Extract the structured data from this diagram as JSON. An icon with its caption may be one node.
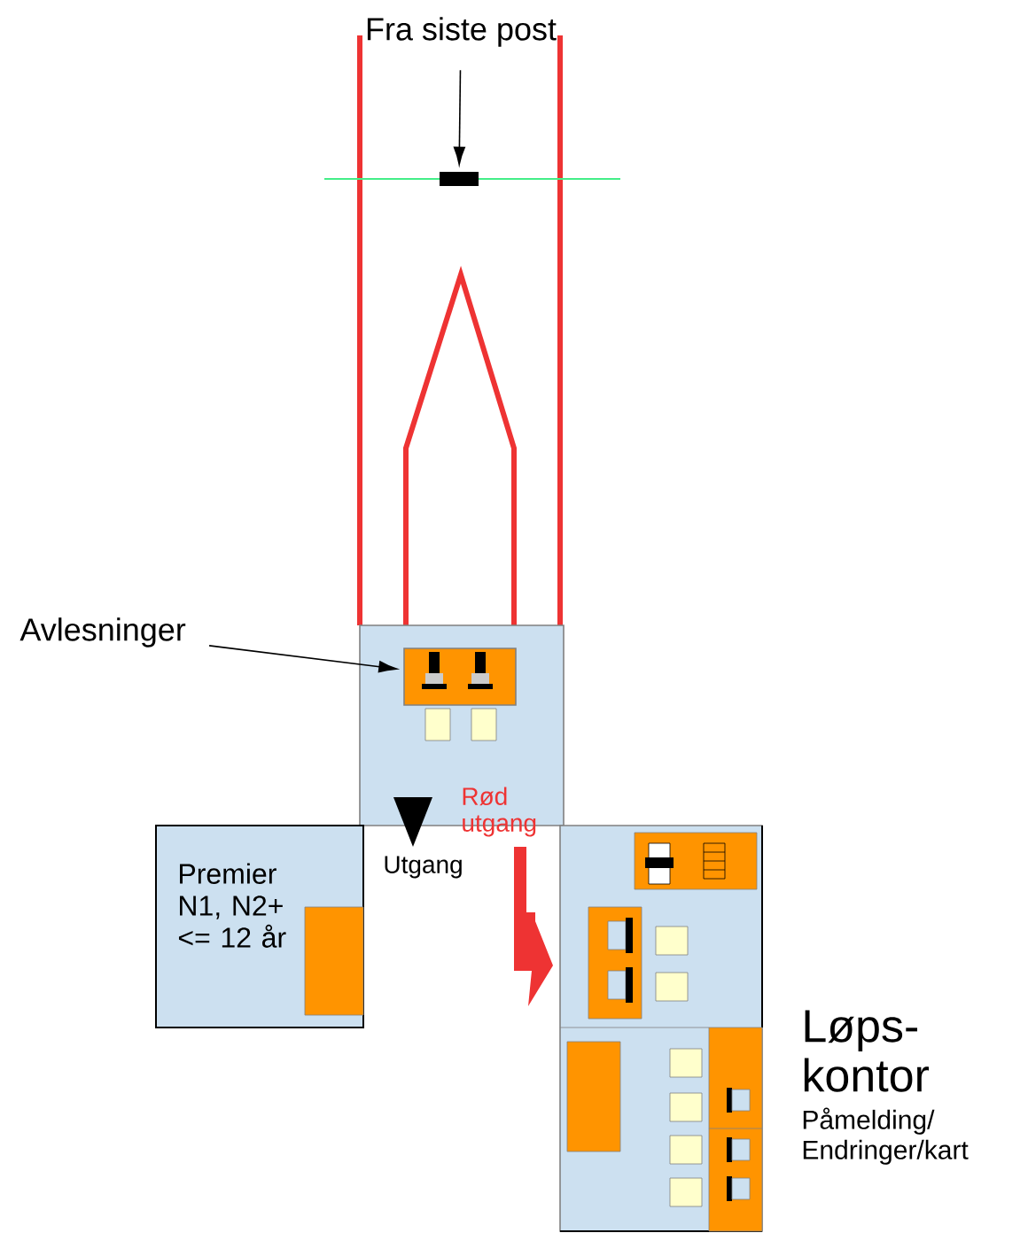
{
  "diagram": {
    "nodes": [
      {
        "text": [
          "Fra siste post"
        ]
      },
      {
        "text": [],
        "shape": "bar"
      },
      {
        "text": [
          "Avlesninger"
        ]
      },
      {
        "text": [],
        "shape": "box"
      },
      {
        "text": [],
        "shape": "box",
        "in": 3
      },
      {
        "text": [
          "Premier N1, N2+ <= 12 år"
        ]
      },
      {
        "text": [],
        "shape": "box",
        "beside": [
          "Løps- kontor",
          "Påmelding/ Endringer/kart"
        ]
      }
    ],
    "edges": [
      {
        "from": 0,
        "to": 1,
        "arrow": "to"
      },
      {
        "from": 2,
        "to": 4,
        "arrow": "to"
      }
    ],
    "labels": [
      "Rød utgang",
      "Utgang"
    ]
  }
}
